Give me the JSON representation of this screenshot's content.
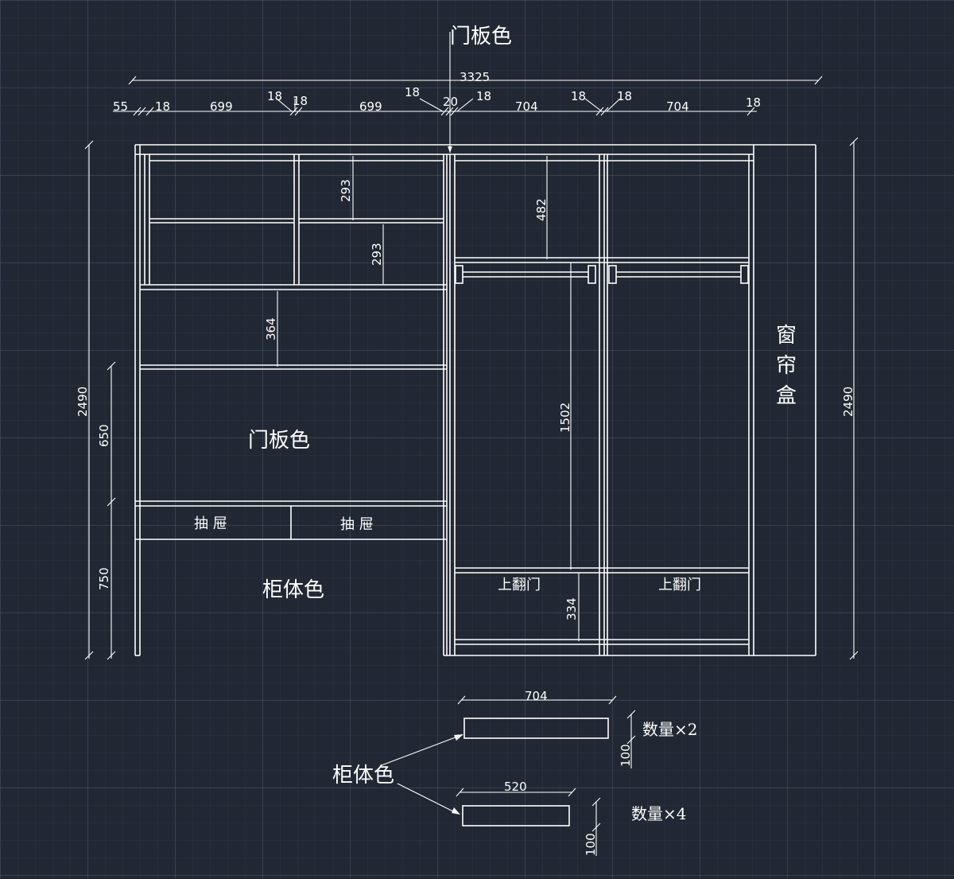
{
  "labels": {
    "door_color_top": "门板色",
    "door_color_mid": "门板色",
    "cabinet_color_main": "柜体色",
    "cabinet_color_parts": "柜体色",
    "curtain_box": [
      "窗",
      "帘",
      "盒"
    ],
    "drawer_left": "抽 屉",
    "drawer_right": "抽 屉",
    "flip_door_left": "上翻门",
    "flip_door_right": "上翻门"
  },
  "dims": {
    "total_width": "3325",
    "d55": "55",
    "d18_1": "18",
    "d699_1": "699",
    "d18_2a": "18",
    "d18_2b": "18",
    "d699_2": "699",
    "d18_3a": "18",
    "d20": "20",
    "d18_3b": "18",
    "d704_1": "704",
    "d18_4a": "18",
    "d18_4b": "18",
    "d704_2": "704",
    "d18_5": "18",
    "height_left": "2490",
    "height_right": "2490",
    "h650": "650",
    "h750": "750",
    "v293_1": "293",
    "v293_2": "293",
    "v364": "364",
    "v482": "482",
    "v1502": "1502",
    "v334": "334"
  },
  "parts": {
    "part1": {
      "width": "704",
      "height": "100",
      "quantity": "数量×2"
    },
    "part2": {
      "width": "520",
      "height": "100",
      "quantity": "数量×4"
    }
  }
}
